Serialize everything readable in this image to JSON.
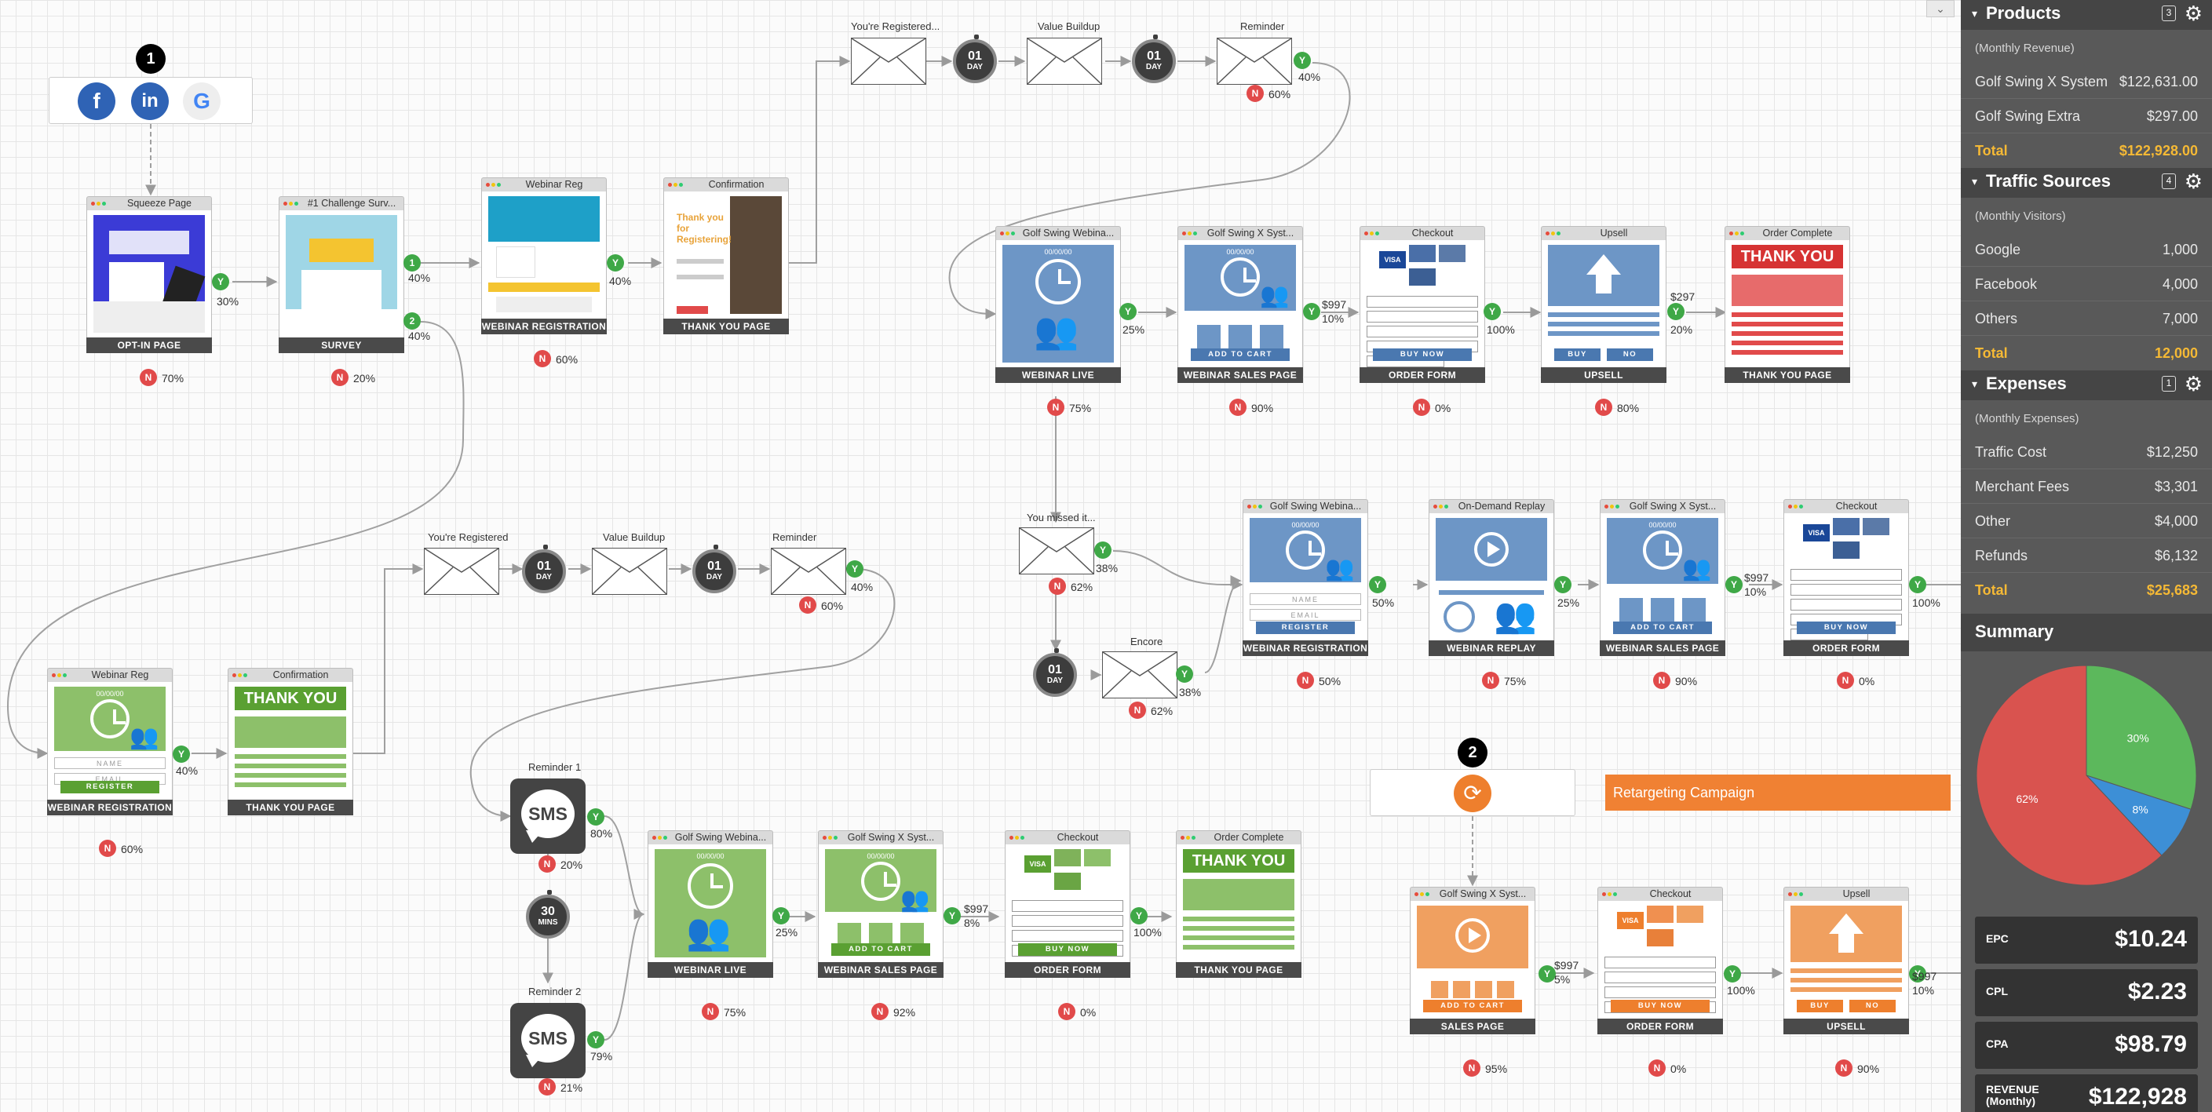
{
  "canvas": {
    "markers": [
      "1",
      "2"
    ],
    "retargeting_label": "Retargeting Campaign",
    "top_chevron": "⌄"
  },
  "sources": [
    "f",
    "in",
    "G"
  ],
  "nodes": [
    {
      "title": "Squeeze Page",
      "footer": "OPT-IN PAGE",
      "color": "#3b3bd6",
      "drop": "70%"
    },
    {
      "title": "#1 Challenge Surv...",
      "footer": "SURVEY",
      "color": "#9fd6e6",
      "drop": "20%"
    },
    {
      "title": "Webinar Reg",
      "footer": "WEBINAR REGISTRATION",
      "color": "#1ea0c8",
      "drop": "60%"
    },
    {
      "title": "Confirmation",
      "footer": "THANK YOU PAGE",
      "color": "#b13b3b"
    },
    {
      "title": "Golf Swing Webina...",
      "footer": "WEBINAR LIVE",
      "drop": "75%"
    },
    {
      "title": "Golf Swing X Syst...",
      "footer": "WEBINAR SALES PAGE",
      "drop": "90%"
    },
    {
      "title": "Checkout",
      "footer": "ORDER FORM",
      "drop": "0%"
    },
    {
      "title": "Upsell",
      "footer": "UPSELL",
      "drop": "80%"
    },
    {
      "title": "Order Complete",
      "footer": "THANK YOU PAGE"
    },
    {
      "title": "Golf Swing Webina...",
      "footer": "WEBINAR REGISTRATION",
      "drop": "50%"
    },
    {
      "title": "On-Demand Replay",
      "footer": "WEBINAR REPLAY",
      "drop": "75%"
    },
    {
      "title": "Golf Swing X Syst...",
      "footer": "WEBINAR SALES PAGE",
      "drop": "90%"
    },
    {
      "title": "Checkout",
      "footer": "ORDER FORM",
      "drop": "0%"
    },
    {
      "title": "Webinar Reg",
      "footer": "WEBINAR REGISTRATION",
      "drop": "60%"
    },
    {
      "title": "Confirmation",
      "footer": "THANK YOU PAGE"
    },
    {
      "title": "Golf Swing Webina...",
      "footer": "WEBINAR LIVE",
      "drop": "75%"
    },
    {
      "title": "Golf Swing X Syst...",
      "footer": "WEBINAR SALES PAGE",
      "drop": "92%"
    },
    {
      "title": "Checkout",
      "footer": "ORDER FORM",
      "drop": "0%"
    },
    {
      "title": "Order Complete",
      "footer": "THANK YOU PAGE"
    },
    {
      "title": "Golf Swing X Syst...",
      "footer": "SALES PAGE",
      "drop": "95%"
    },
    {
      "title": "Checkout",
      "footer": "ORDER FORM",
      "drop": "0%"
    },
    {
      "title": "Upsell",
      "footer": "UPSELL",
      "drop": "90%"
    }
  ],
  "node_texts": {
    "date": "00/00/00",
    "add_to_cart": "ADD TO CART",
    "buy_now": "BUY NOW",
    "buy": "BUY",
    "no": "NO",
    "register": "REGISTER",
    "name": "NAME",
    "email": "EMAIL",
    "thank_you": "THANK YOU",
    "visa": "VISA"
  },
  "emails": [
    {
      "label": "You're Registered..."
    },
    {
      "label": "Value Buildup"
    },
    {
      "label": "Reminder"
    },
    {
      "label": "You're Registered"
    },
    {
      "label": "Value Buildup"
    },
    {
      "label": "Reminder"
    },
    {
      "label": "You missed it..."
    },
    {
      "label": "Encore"
    }
  ],
  "timers": [
    {
      "n": "01",
      "u": "DAY"
    },
    {
      "n": "01",
      "u": "DAY"
    },
    {
      "n": "01",
      "u": "DAY"
    },
    {
      "n": "01",
      "u": "DAY"
    },
    {
      "n": "01",
      "u": "DAY"
    },
    {
      "n": "30",
      "u": "MINS"
    }
  ],
  "sms": [
    {
      "label": "Reminder 1",
      "text": "SMS"
    },
    {
      "label": "Reminder 2",
      "text": "SMS"
    }
  ],
  "badges": {
    "yes": "Y",
    "no": "N",
    "one": "1",
    "two": "2"
  },
  "rates": {
    "r30": "30%",
    "r40": "40%",
    "r25": "25%",
    "r10": "10%",
    "r100": "100%",
    "r20": "20%",
    "r50": "50%",
    "r8": "8%",
    "r5": "5%",
    "r38": "38%",
    "r80": "80%",
    "r79": "79%",
    "r60": "60%",
    "r62": "62%",
    "r21": "21%",
    "p997": "$997",
    "p297": "$297"
  },
  "sidebar": {
    "products": {
      "title": "Products",
      "count": "3",
      "subtitle": "(Monthly Revenue)",
      "rows": [
        {
          "label": "Golf Swing X System",
          "value": "$122,631.00"
        },
        {
          "label": "Golf Swing Extra",
          "value": "$297.00"
        }
      ],
      "total": {
        "label": "Total",
        "value": "$122,928.00"
      }
    },
    "traffic": {
      "title": "Traffic Sources",
      "count": "4",
      "subtitle": "(Monthly Visitors)",
      "rows": [
        {
          "label": "Google",
          "value": "1,000"
        },
        {
          "label": "Facebook",
          "value": "4,000"
        },
        {
          "label": "Others",
          "value": "7,000"
        }
      ],
      "total": {
        "label": "Total",
        "value": "12,000"
      }
    },
    "expenses": {
      "title": "Expenses",
      "count": "1",
      "subtitle": "(Monthly Expenses)",
      "rows": [
        {
          "label": "Traffic Cost",
          "value": "$12,250"
        },
        {
          "label": "Merchant Fees",
          "value": "$3,301"
        },
        {
          "label": "Other",
          "value": "$4,000"
        },
        {
          "label": "Refunds",
          "value": "$6,132"
        }
      ],
      "total": {
        "label": "Total",
        "value": "$25,683"
      }
    },
    "summary": {
      "title": "Summary",
      "kpis": [
        {
          "label": "EPC",
          "value": "$10.24"
        },
        {
          "label": "CPL",
          "value": "$2.23"
        },
        {
          "label": "CPA",
          "value": "$98.79"
        },
        {
          "label": "REVENUE (Monthly)",
          "value": "$122,928"
        }
      ]
    },
    "gear": "⚙",
    "caret": "▾"
  },
  "chart_data": {
    "type": "pie",
    "slices": [
      {
        "label": "30%",
        "value": 30,
        "color": "#5cb85c"
      },
      {
        "label": "8%",
        "value": 8,
        "color": "#3d8fd6"
      },
      {
        "label": "62%",
        "value": 62,
        "color": "#d9534f"
      }
    ]
  },
  "colors": {
    "green": "#8dc06a",
    "blue": "#6d96c6",
    "orange": "#f0a060",
    "yes": "#3fa847",
    "no": "#e14a4a"
  }
}
